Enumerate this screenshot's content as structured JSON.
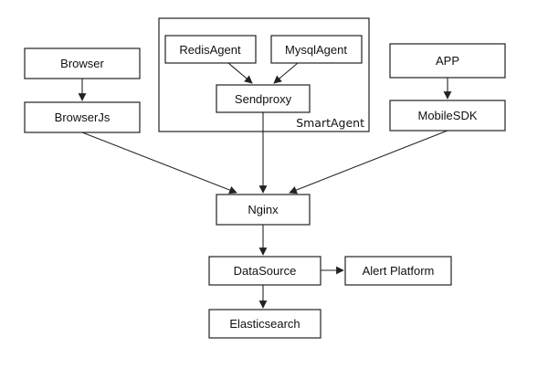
{
  "nodes": {
    "browser": "Browser",
    "browserjs": "BrowserJs",
    "redisagent": "RedisAgent",
    "mysqlagent": "MysqlAgent",
    "sendproxy": "Sendproxy",
    "app": "APP",
    "mobilesdk": "MobileSDK",
    "nginx": "Nginx",
    "datasource": "DataSource",
    "alert_platform": "Alert Platform",
    "elasticsearch": "Elasticsearch"
  },
  "groups": {
    "smartagent": "SmartAgent"
  },
  "edges": [
    [
      "browser",
      "browserjs"
    ],
    [
      "redisagent",
      "sendproxy"
    ],
    [
      "mysqlagent",
      "sendproxy"
    ],
    [
      "app",
      "mobilesdk"
    ],
    [
      "browserjs",
      "nginx"
    ],
    [
      "sendproxy",
      "nginx"
    ],
    [
      "mobilesdk",
      "nginx"
    ],
    [
      "nginx",
      "datasource"
    ],
    [
      "datasource",
      "alert_platform"
    ],
    [
      "datasource",
      "elasticsearch"
    ]
  ],
  "colors": {
    "stroke": "#222222",
    "fill": "#ffffff",
    "text": "#111111"
  }
}
